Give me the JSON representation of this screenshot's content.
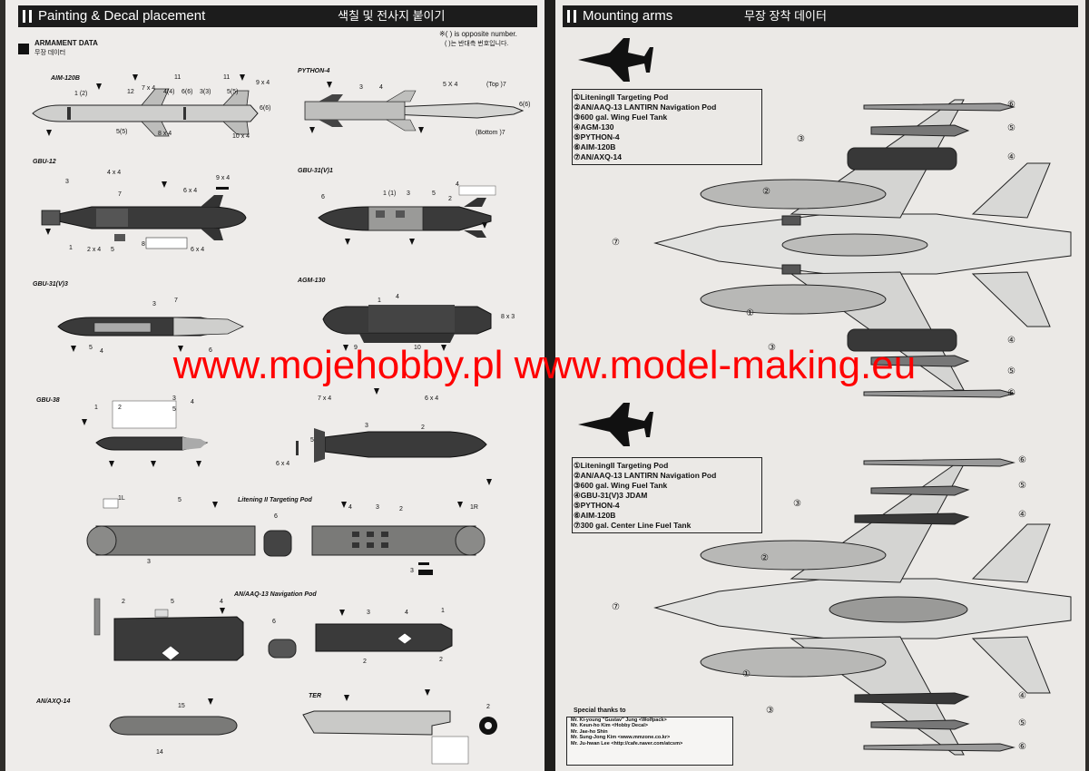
{
  "left_page": {
    "header_title": "Painting & Decal placement",
    "header_korean": "색칠 및 전사지 붙이기",
    "note_line1": "※( ) is opposite number.",
    "note_line2": "( )는 반대측 번호입니다.",
    "armament_title": "ARMAMENT DATA",
    "armament_korean": "무장 데이터",
    "labels": {
      "aim120b": "AIM-120B",
      "python4": "PYTHON-4",
      "gbu12": "GBU-12",
      "gbu31v1": "GBU-31(V)1",
      "gbu31v3": "GBU-31(V)3",
      "agm130": "AGM-130",
      "gbu38": "GBU-38",
      "litening": "Litening II Targeting Pod",
      "anaaq13": "AN/AAQ-13 Navigation Pod",
      "anaxq14": "AN/AXQ-14",
      "ter": "TER"
    },
    "callouts": {
      "aim_1_2": "1 (2)",
      "aim_12": "12",
      "aim_7x4": "7 x 4",
      "aim_4_4": "4(4)",
      "aim_11a": "11",
      "aim_6_6": "6(6)",
      "aim_3_3": "3(3)",
      "aim_11b": "11",
      "aim_5_5": "5(5)",
      "aim_9x4": "9 x 4",
      "aim_6_6b": "6(6)",
      "aim_5_5b": "5(5)",
      "aim_8x4": "8 x 4",
      "aim_10x4": "10 x 4",
      "py_3": "3",
      "py_4": "4",
      "py_5x4": "5 X 4",
      "py_top": "(Top )7",
      "py_6_6": "6(6)",
      "py_bottom": "(Bottom )7",
      "g12_4x4": "4 x 4",
      "g12_3": "3",
      "g12_7": "7",
      "g12_9x4": "9 x 4",
      "g12_6x4a": "6 x 4",
      "g12_1": "1",
      "g12_2x4": "2 x 4",
      "g12_5": "5",
      "g12_8": "8",
      "g12_6x4b": "6 x 4",
      "g31_1_1": "1 (1)",
      "g31_3": "3",
      "g31_5": "5",
      "g31_4": "4",
      "g31_2": "2",
      "g31_6": "6",
      "g313_3": "3",
      "g313_7": "7",
      "g313_5": "5",
      "g313_4": "4",
      "g313_6": "6",
      "agm_1": "1",
      "agm_4": "4",
      "agm_8x3": "8 x 3",
      "agm_9": "9",
      "agm_10": "10",
      "gbu38_1": "1",
      "gbu38_2": "2",
      "gbu38_3": "3",
      "gbu38_4": "4",
      "gbu38_5": "5",
      "mid_7x4": "7 x 4",
      "mid_6x4a": "6 x 4",
      "mid_3": "3",
      "mid_2": "2",
      "mid_5": "5",
      "mid_6x4b": "6 x 4",
      "lit_1l": "1L",
      "lit_5": "5",
      "lit_3": "3",
      "lit_6": "6",
      "lit_4": "4",
      "lit_3b": "3",
      "lit_2": "2",
      "lit_1r": "1R",
      "lit_3c": "3",
      "nav_2": "2",
      "nav_5": "5",
      "nav_4": "4",
      "nav_6": "6",
      "nav_3": "3",
      "nav_4b": "4",
      "nav_1": "1",
      "nav_2b": "2",
      "nav_2c": "2",
      "axq_15": "15",
      "axq_14": "14",
      "ter_2": "2"
    }
  },
  "right_page": {
    "header_title": "Mounting arms",
    "header_korean": "무장 장착 데이터",
    "list_upper": [
      "①LiteningII Targeting Pod",
      "②AN/AAQ-13 LANTIRN Navigation Pod",
      "③600 gal. Wing Fuel Tank",
      "④AGM-130",
      "⑤PYTHON-4",
      "⑥AIM-120B",
      "⑦AN/AXQ-14"
    ],
    "list_lower": [
      "①LiteningII Targeting Pod",
      "②AN/AAQ-13 LANTIRN Navigation Pod",
      "③600 gal. Wing Fuel Tank",
      "④GBU-31(V)3 JDAM",
      "⑤PYTHON-4",
      "⑥AIM-120B",
      "⑦300 gal. Center Line Fuel Tank"
    ],
    "markers_upper": [
      "⑥",
      "⑤",
      "③",
      "④",
      "②",
      "⑦",
      "①",
      "③",
      "④",
      "⑤",
      "⑥"
    ],
    "markers_lower": [
      "⑥",
      "⑤",
      "③",
      "④",
      "②",
      "⑦",
      "①",
      "③",
      "④",
      "⑤",
      "⑥"
    ],
    "thanks_title": "Special thanks to",
    "thanks": [
      "Mr. Ki-young \"Gustav\" Jung <Wolfpack>",
      "Mr. Keun-ho Kim <Hobby Decal>",
      "Mr. Jae-ho Shin",
      "Mr. Sung-Jong Kim <www.mmzone.co.kr>",
      "Mr. Ju-hwan Lee <http://cafe.naver.com/atcsm>"
    ]
  },
  "watermark": "www.mojehobby.pl www.model-making.eu",
  "colors": {
    "watermark": "#ff0000",
    "header_bg": "#1c1c1c",
    "paper": "#eeecea",
    "ordnance_dark": "#3a3a3a",
    "ordnance_gray": "#7a7a78",
    "ordnance_light": "#cfcfcd"
  }
}
